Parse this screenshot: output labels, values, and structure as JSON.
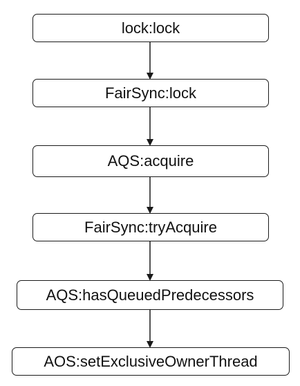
{
  "diagram": {
    "nodes": [
      {
        "label": "lock:lock"
      },
      {
        "label": "FairSync:lock"
      },
      {
        "label": "AQS:acquire"
      },
      {
        "label": "FairSync:tryAcquire"
      },
      {
        "label": "AQS:hasQueuedPredecessors"
      },
      {
        "label": "AOS:setExclusiveOwnerThread"
      }
    ],
    "edges": [
      {
        "from": "lock:lock",
        "to": "FairSync:lock"
      },
      {
        "from": "FairSync:lock",
        "to": "AQS:acquire"
      },
      {
        "from": "AQS:acquire",
        "to": "FairSync:tryAcquire"
      },
      {
        "from": "FairSync:tryAcquire",
        "to": "AQS:hasQueuedPredecessors"
      },
      {
        "from": "AQS:hasQueuedPredecessors",
        "to": "AOS:setExclusiveOwnerThread"
      }
    ],
    "colors": {
      "border": "#1a1a1a",
      "background": "#ffffff",
      "text": "#111111",
      "arrow": "#1a1a1a"
    }
  }
}
